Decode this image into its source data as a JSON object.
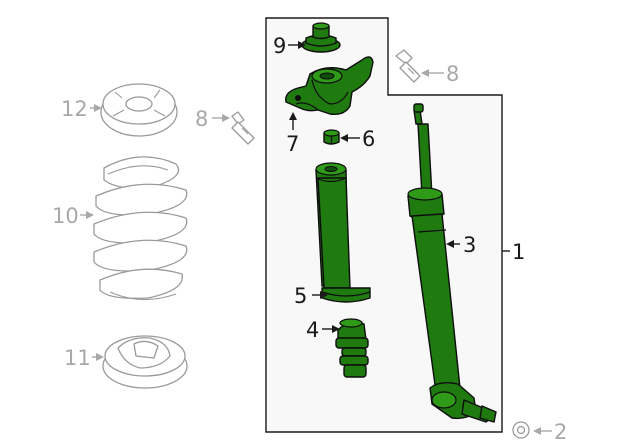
{
  "callouts": {
    "c1": "1",
    "c2": "2",
    "c3": "3",
    "c4": "4",
    "c5": "5",
    "c6": "6",
    "c7": "7",
    "c8_right": "8",
    "c8_left": "8",
    "c9": "9",
    "c10": "10",
    "c11": "11",
    "c12": "12"
  },
  "colors": {
    "highlight": "#1f7a10",
    "ink": "#1a1a1a",
    "ghost": "#a8a8a8"
  }
}
